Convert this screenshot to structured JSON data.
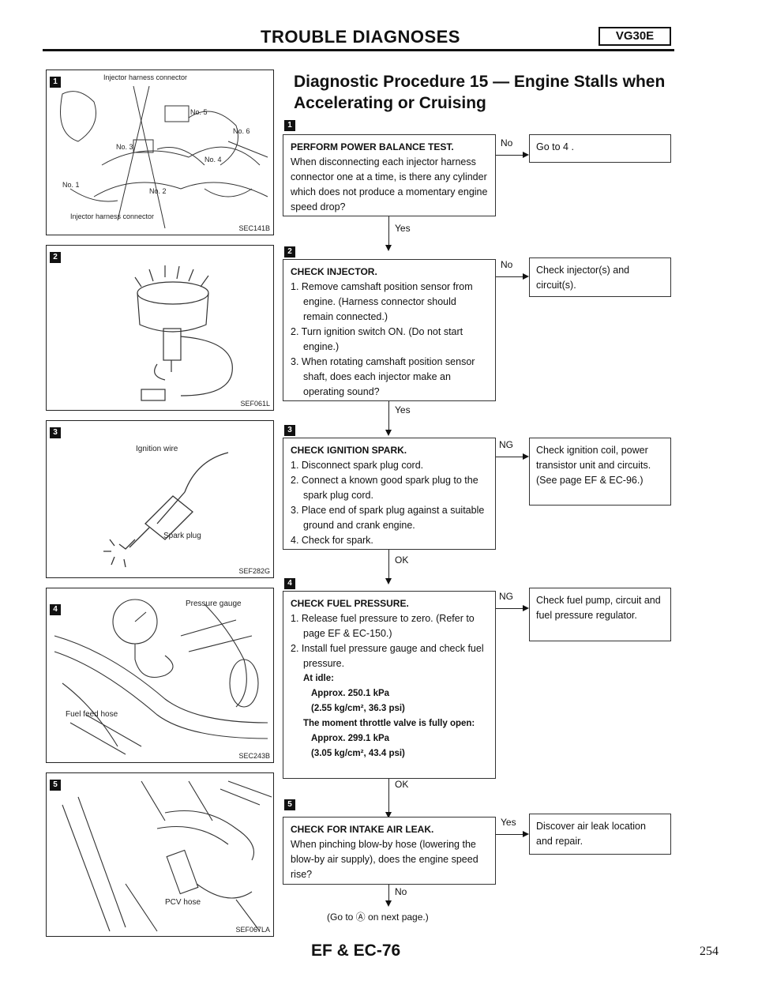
{
  "header": {
    "title": "TROUBLE DIAGNOSES",
    "engine_tag": "VG30E"
  },
  "procedure_title": "Diagnostic Procedure 15 — Engine Stalls when Accelerating or Cruising",
  "figures": [
    {
      "marker": "1",
      "labels": [
        "Injector harness connector",
        "No. 5",
        "No. 6",
        "No. 3",
        "No. 4",
        "No. 1",
        "No. 2",
        "Injector harness connector"
      ],
      "code": "SEC141B"
    },
    {
      "marker": "2",
      "labels": [],
      "code": "SEF061L"
    },
    {
      "marker": "3",
      "labels": [
        "Ignition wire",
        "Spark plug"
      ],
      "code": "SEF282G"
    },
    {
      "marker": "4",
      "labels": [
        "Pressure gauge",
        "Fuel feed hose"
      ],
      "code": "SEC243B"
    },
    {
      "marker": "5",
      "labels": [
        "PCV hose"
      ],
      "code": "SEF067LA"
    }
  ],
  "steps": [
    {
      "marker": "1",
      "heading": "PERFORM POWER BALANCE TEST.",
      "body": "When disconnecting each injector harness connector one at a time, is there any cylinder which does not produce a momentary engine speed drop?",
      "side_label": "No",
      "side_result": "Go to 4 .",
      "down_label": "Yes"
    },
    {
      "marker": "2",
      "heading": "CHECK INJECTOR.",
      "items": [
        "1. Remove camshaft position sensor from engine. (Harness connector should remain connected.)",
        "2. Turn ignition switch ON. (Do not start engine.)",
        "3. When rotating camshaft position sensor shaft, does each injector make an operating sound?"
      ],
      "side_label": "No",
      "side_result": "Check injector(s) and circuit(s).",
      "down_label": "Yes"
    },
    {
      "marker": "3",
      "heading": "CHECK IGNITION SPARK.",
      "items": [
        "1. Disconnect spark plug cord.",
        "2. Connect a known good spark plug to the spark plug cord.",
        "3. Place end of spark plug against a suitable ground and crank engine.",
        "4. Check for spark."
      ],
      "side_label": "NG",
      "side_result": "Check ignition coil, power transistor unit and circuits. (See page EF & EC-96.)",
      "down_label": "OK"
    },
    {
      "marker": "4",
      "heading": "CHECK FUEL PRESSURE.",
      "items": [
        "1. Release fuel pressure to zero. (Refer to page EF & EC-150.)",
        "2. Install fuel pressure gauge and check fuel pressure."
      ],
      "spec_idle_head": "At idle:",
      "spec_idle_1": "Approx. 250.1 kPa",
      "spec_idle_2": "(2.55 kg/cm², 36.3 psi)",
      "spec_full_head": "The moment throttle valve is fully open:",
      "spec_full_1": "Approx. 299.1 kPa",
      "spec_full_2": "(3.05 kg/cm², 43.4 psi)",
      "side_label": "NG",
      "side_result": "Check fuel pump, circuit and fuel pressure regulator.",
      "down_label": "OK"
    },
    {
      "marker": "5",
      "heading": "CHECK FOR INTAKE AIR LEAK.",
      "body": "When pinching blow-by hose (lowering the blow-by air supply), does the engine speed rise?",
      "side_label": "Yes",
      "side_result": "Discover air leak location and repair.",
      "down_label": "No"
    }
  ],
  "next_page_note": "(Go to Ⓐ on next page.)",
  "footer": {
    "section_ref": "EF & EC-76",
    "page_number": "254"
  }
}
